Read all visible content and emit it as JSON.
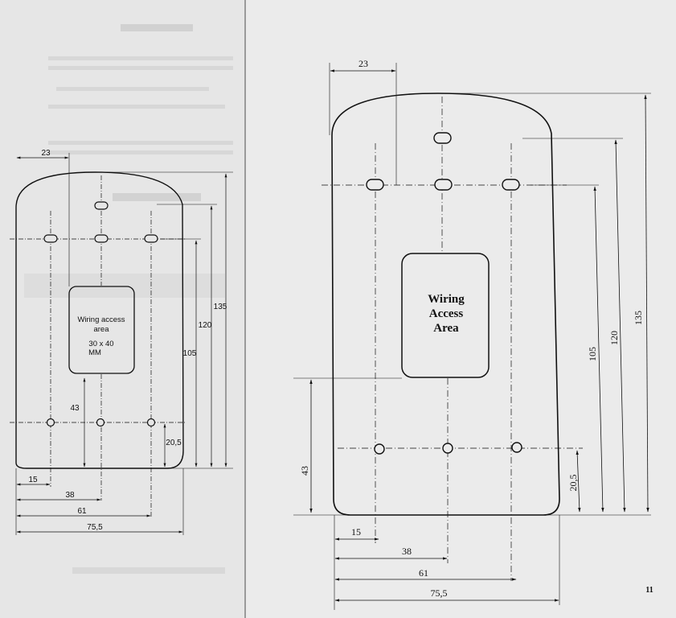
{
  "page_number": "11",
  "left_template": {
    "area_line1": "Wiring access",
    "area_line2": "area",
    "area_size": "30 x 40",
    "area_unit": "MM",
    "dims": {
      "top_width": "23",
      "h_135": "135",
      "h_120": "120",
      "h_105": "105",
      "h_43": "43",
      "h_20_5": "20,5",
      "w_15": "15",
      "w_38": "38",
      "w_61": "61",
      "w_75_5": "75,5"
    }
  },
  "right_template": {
    "area_line1": "Wiring",
    "area_line2": "Access",
    "area_line3": "Area",
    "dims": {
      "top_width": "23",
      "h_135": "135",
      "h_120": "120",
      "h_105": "105",
      "h_43": "43",
      "h_20_5": "20,5",
      "w_15": "15",
      "w_38": "38",
      "w_61": "61",
      "w_75_5": "75,5"
    }
  }
}
